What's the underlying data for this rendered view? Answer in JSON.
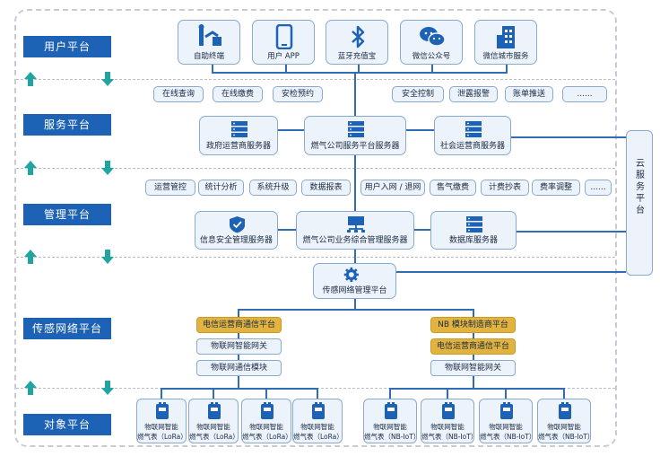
{
  "layers": {
    "user": "用户平台",
    "service": "服务平台",
    "management": "管理平台",
    "sensor_network": "传感网络平台",
    "object": "对象平台"
  },
  "user_platform": [
    {
      "label": "自助终端",
      "icon": "self-service-terminal-icon"
    },
    {
      "label": "用户 APP",
      "icon": "mobile-app-icon"
    },
    {
      "label": "蓝牙充值宝",
      "icon": "bluetooth-icon"
    },
    {
      "label": "微信公众号",
      "icon": "wechat-icon"
    },
    {
      "label": "微信城市服务",
      "icon": "city-building-icon"
    }
  ],
  "service_functions_left": [
    "在线查询",
    "在线缴费",
    "安检预约"
  ],
  "service_functions_right": [
    "安全控制",
    "泄露报警",
    "账单推送",
    "......"
  ],
  "service_servers": [
    "政府运营商服务器",
    "燃气公司服务平台服务器",
    "社会运营商服务器"
  ],
  "management_functions_left": [
    "运营管控",
    "统计分析",
    "系统升级",
    "数据报表"
  ],
  "management_functions_right": [
    "用户入网 / 退网",
    "售气缴费",
    "计费抄表",
    "费率调整",
    "......"
  ],
  "management_servers": [
    "信息安全管理服务器",
    "燃气公司业务综合管理服务器",
    "数据库服务器"
  ],
  "sensor_platform": "传感网络管理平台",
  "cloud_platform": "云服务平台",
  "lora_chain": [
    "电信运营商通信平台",
    "物联网智能网关",
    "物联网通信模块"
  ],
  "nbiot_chain": [
    "NB 模块制造商平台",
    "电信运营商通信平台",
    "物联网智能网关"
  ],
  "meters_lora": [
    {
      "line1": "物联网智能",
      "line2": "燃气表（LoRa）"
    },
    {
      "line1": "物联网智能",
      "line2": "燃气表（LoRa）"
    },
    {
      "line1": "物联网智能",
      "line2": "燃气表（LoRa）"
    },
    {
      "line1": "物联网智能",
      "line2": "燃气表（LoRa）"
    }
  ],
  "meters_nbiot": [
    {
      "line1": "物联网智能",
      "line2": "燃气表（NB-IoT）"
    },
    {
      "line1": "物联网智能",
      "line2": "燃气表（NB-IoT）"
    },
    {
      "line1": "物联网智能",
      "line2": "燃气表（NB-IoT）"
    },
    {
      "line1": "物联网智能",
      "line2": "燃气表（NB-IoT）"
    }
  ],
  "colors": {
    "layer_label_bg": "#1d62b5",
    "connector": "#2f6eb6",
    "box_fill": "#edf3fa",
    "highlight_gold": "#e2b43f",
    "arrow_teal": "#21a5a0"
  }
}
